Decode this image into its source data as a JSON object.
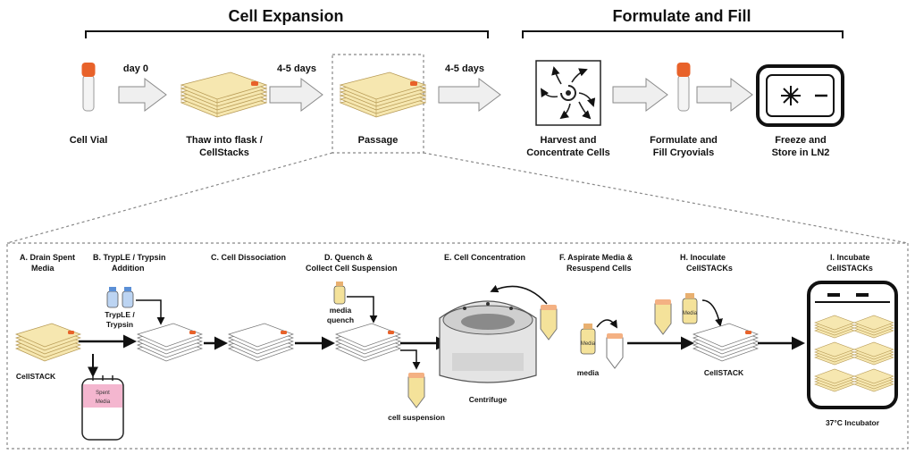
{
  "headers": {
    "cell_expansion": "Cell Expansion",
    "formulate_fill": "Formulate and Fill"
  },
  "timeline": {
    "day0": "day 0",
    "interval1": "4-5 days",
    "interval2": "4-5 days"
  },
  "top_stages": {
    "cell_vial": "Cell Vial",
    "thaw_line1": "Thaw into flask /",
    "thaw_line2": "CellStacks",
    "passage": "Passage",
    "harvest_line1": "Harvest and",
    "harvest_line2": "Concentrate Cells",
    "formulate_line1": "Formulate and",
    "formulate_line2": "Fill Cryovials",
    "freeze_line1": "Freeze and",
    "freeze_line2": "Store in LN2"
  },
  "steps": {
    "a_line1": "A. Drain Spent",
    "a_line2": "Media",
    "b_line1": "B. TrypLE / Trypsin",
    "b_line2": "Addition",
    "c": "C. Cell Dissociation",
    "d_line1": "D. Quench &",
    "d_line2": "Collect Cell Suspension",
    "e": "E. Cell Concentration",
    "f_line1": "F. Aspirate Media &",
    "f_line2": "Resuspend Cells",
    "h_line1": "H. Inoculate",
    "h_line2": "CellSTACKs",
    "i_line1": "I. Incubate",
    "i_line2": "CellSTACKs"
  },
  "labels": {
    "cellstack_1": "CellSTACK",
    "spent_line1": "Spent",
    "spent_line2": "Media",
    "tryple_line1": "TrypLE /",
    "tryple_line2": "Trypsin",
    "quench_line1": "media",
    "quench_line2": "quench",
    "cell_suspension": "cell suspension",
    "centrifuge": "Centrifuge",
    "media": "media",
    "media_bottle_1": "Media",
    "media_bottle_2": "Media",
    "cellstack_2": "CellSTACK",
    "incubator": "37°C Incubator"
  },
  "colors": {
    "cap_orange": "#e8622a",
    "tray_fill": "#f6e7b0",
    "tray_edge": "#b79a55",
    "arrow_fill": "#efefef",
    "arrow_stroke": "#8a8a8a",
    "spent_pink": "#f4b6cf",
    "liquid_yellow": "#f4e29a"
  }
}
